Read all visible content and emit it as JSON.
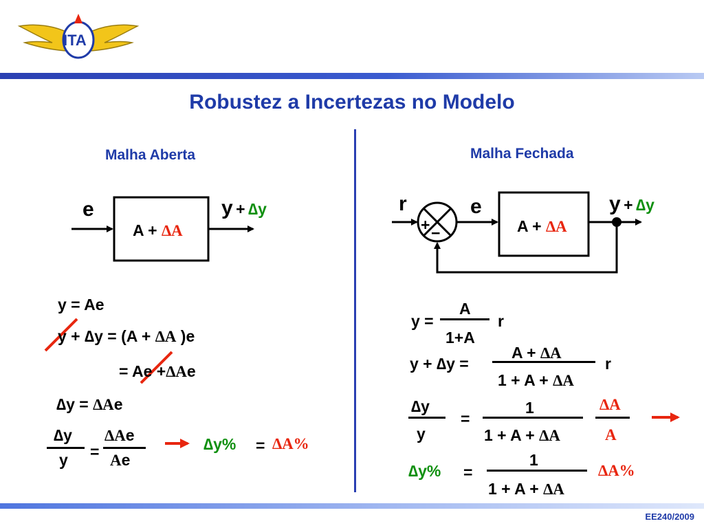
{
  "logo": {
    "text": "ITA"
  },
  "slide": {
    "title": "Robustez a Incertezas no Modelo",
    "footer": "EE240/2009"
  },
  "open_loop": {
    "heading": "Malha Aberta",
    "input": "e",
    "output_y": "y",
    "output_plus": "+",
    "output_dy": "∆y",
    "block_a": "A +",
    "block_da": "∆A",
    "eq1": "y = Ae",
    "eq2a": "y + ∆y = (A +",
    "eq2b": "∆A",
    "eq2c": ")e",
    "eq3a": "= Ae +",
    "eq3b": "∆A",
    "eq3c": "e",
    "eq4a": "∆y =",
    "eq4b": "∆A",
    "eq4c": "e",
    "frac_num": "∆y",
    "frac_den": "y",
    "equals": "=",
    "frac2_num_d": "∆A",
    "frac2_num_e": "e",
    "frac2_den_a": "A",
    "frac2_den_e": "e",
    "result_left": "∆y%",
    "result_eq": "=",
    "result_right": "∆A%"
  },
  "closed_loop": {
    "heading": "Malha Fechada",
    "ref": "r",
    "error": "e",
    "plus_sign": "+",
    "minus_sign": "−",
    "block_a": "A +",
    "block_da": "∆A",
    "output_y": "y",
    "output_plus": "+",
    "output_dy": "∆y",
    "eq1_lhs": "y =",
    "eq1_num": "A",
    "eq1_den": "1+A",
    "eq1_r": "r",
    "eq2_lhs": "y + ∆y =",
    "eq2_num_a": "A +",
    "eq2_num_d": "∆A",
    "eq2_den_a": "1 + A +",
    "eq2_den_d": "∆A",
    "eq2_r": "r",
    "eq3_num": "∆y",
    "eq3_den": "y",
    "eq3_eq": "=",
    "eq3_mid_num": "1",
    "eq3_mid_den_a": "1 + A +",
    "eq3_mid_den_d": "∆A",
    "eq3_rhs_num": "∆A",
    "eq3_rhs_den": "A",
    "eq4_lhs": "∆y%",
    "eq4_eq": "=",
    "eq4_num": "1",
    "eq4_den_a": "1 + A +",
    "eq4_den_d": "∆A",
    "eq4_rhs": "∆A%"
  },
  "colors": {
    "title_blue": "#1f3ba8",
    "accent_red": "#e8260f",
    "result_green": "#109010"
  }
}
